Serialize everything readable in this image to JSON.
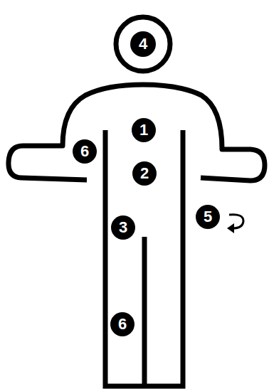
{
  "diagram": {
    "labels": [
      "4",
      "1",
      "6",
      "2",
      "3",
      "5",
      "6"
    ]
  }
}
